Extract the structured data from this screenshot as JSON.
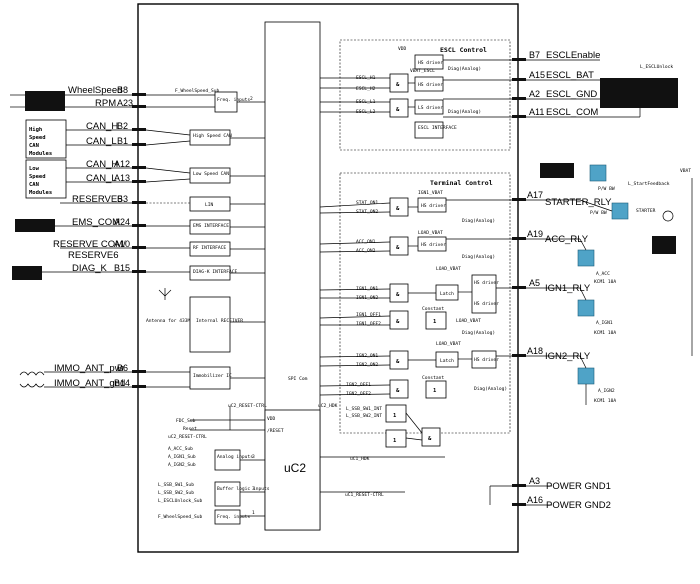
{
  "left_connectors": [
    {
      "pin": "B8",
      "signal": "WheelSpeed"
    },
    {
      "pin": "A23",
      "signal": "RPM"
    },
    {
      "pin": "B2",
      "signal": "CAN_H"
    },
    {
      "pin": "B1",
      "signal": "CAN_L"
    },
    {
      "pin": "A12",
      "signal": "CAN_H"
    },
    {
      "pin": "A13",
      "signal": "CAN_L"
    },
    {
      "pin": "B3",
      "signal": "RESERVE5"
    },
    {
      "pin": "A24",
      "signal": "EMS_COM"
    },
    {
      "pin": "A10",
      "signal": "RESERVE COM/"
    },
    {
      "pin": "",
      "signal": "RESERVE6"
    },
    {
      "pin": "B15",
      "signal": "DIAG_K"
    },
    {
      "pin": "B6",
      "signal": "IMMO_ANT_pwr"
    },
    {
      "pin": "B14",
      "signal": "IMMO_ANT_gnd"
    }
  ],
  "right_connectors": [
    {
      "pin": "B7",
      "signal": "ESCLEnable"
    },
    {
      "pin": "A15",
      "signal": "ESCL_BAT"
    },
    {
      "pin": "A2",
      "signal": "ESCL_GND"
    },
    {
      "pin": "A11",
      "signal": "ESCL_COM"
    },
    {
      "pin": "A17",
      "signal": "STARTER_RLY"
    },
    {
      "pin": "A19",
      "signal": "ACC_RLY"
    },
    {
      "pin": "A5",
      "signal": "IGN1_RLY"
    },
    {
      "pin": "A18",
      "signal": "IGN2_RLY"
    },
    {
      "pin": "A3",
      "signal": "POWER GND1"
    },
    {
      "pin": "A16",
      "signal": "POWER GND2"
    }
  ],
  "modules": {
    "high_speed": "High Speed CAN Modules",
    "low_speed": "Low Speed CAN Modules",
    "hs_l1": "High",
    "hs_l2": "Speed",
    "hs_l3": "CAN",
    "hs_l4": "Modules",
    "ls_l1": "Low",
    "ls_l2": "Speed",
    "ls_l3": "CAN",
    "ls_l4": "Modules"
  },
  "blocks": {
    "freq_inputs": "Freq. inputs",
    "hs_can": "High Speed CAN",
    "ls_can": "Low Speed CAN",
    "lin": "LIN",
    "ems": "EMS INTERFACE",
    "rf": "RF INTERFACE",
    "diag": "DIAG-K INTERFACE",
    "internal_receiver": "Internal RECEIVER",
    "immobilizer": "Immobilizer IC",
    "analog_inputs": "Analog inputs",
    "buffer_logic": "Buffer logic inputs",
    "freq_inputs2": "Freq. inputs",
    "uc2": "uC2",
    "escl_interface": "ESCL INTERFACE",
    "hs_driver": "HS driver",
    "ls_driver": "LS driver",
    "latch": "Latch",
    "constant": "Constant"
  },
  "labels": {
    "escl_control": "ESCL Control",
    "terminal_control": "Terminal Control",
    "antenna": "Antenna for 433MHz",
    "spi_com": "SPI Com",
    "f_wheelspeed_sub": "F_WheelSpeed_Sub",
    "escl_lock": "L_ESCLUnlock",
    "start_feedback": "L_StartFeedback",
    "vbat": "VBAT",
    "starter": "STARTER",
    "uc2_reset_ctrl": "uC2_RESET-CTRL",
    "uc2_hdk": "uC2_HDK",
    "uc1_hdk": "uC1_HDK",
    "uc1_reset_ctrl": "uC1_RESET-CTRL",
    "vdd": "VDD",
    "reset": "/RESET",
    "a_acc": "A_ACC",
    "a_ign1": "A_IGN1",
    "a_ign2": "A_IGN2",
    "fuse1": "KCM1 10A",
    "fuse2": "KCM1 10A",
    "fuse3": "KCM1 10A",
    "pw_bw": "P/W BW",
    "stat_on1": "STAT_ON1",
    "stat_on2": "STAT_ON2",
    "acc_on1": "ACC_ON1",
    "acc_on2": "ACC_ON2",
    "ign1_on1": "IGN1_ON1",
    "ign1_on2": "IGN1_ON2",
    "ign1_off1": "IGN1_OFF1",
    "ign1_off2": "IGN1_OFF2",
    "ign2_on1": "IGN2_ON1",
    "ign2_on2": "IGN2_ON2",
    "ign2_off1": "IGN2_OFF1",
    "ign2_off2": "IGN2_OFF2",
    "escl_h1": "ESCL_H1",
    "escl_h2": "ESCL_H2",
    "escl_l1": "ESCL_L1",
    "escl_l2": "ESCL_L2",
    "vbat_escl": "VBAT_ESCL",
    "ign1_vbat": "IGN1_VBAT",
    "load_vbat": "LOAD_VBAT",
    "diag_analog": "Diag(Analog)",
    "l_ssb_sw1_int": "L_SSB_SW1_INT",
    "l_ssb_sw2_int": "L_SSB_SW2_INT",
    "fdc_sub": "FDC_Sub",
    "reset_sub": "Reset",
    "a_acc_sub": "A_ACC_Sub",
    "a_ign1_sub": "A_IGN1_Sub",
    "a_ign2_sub": "A_IGN2_Sub",
    "l_ssb_sw1_sub": "L_SSB_SW1_Sub",
    "l_ssb_sw2_sub": "L_SSB_SW2_Sub",
    "l_esclunlock_sub": "L_ESCLUnlock_Sub",
    "f_wheelspeed_sub2": "F_WheelSpeed_Sub",
    "bus3": "3",
    "bus2": "2",
    "bus1": "1",
    "one": "1",
    "and": "&"
  }
}
